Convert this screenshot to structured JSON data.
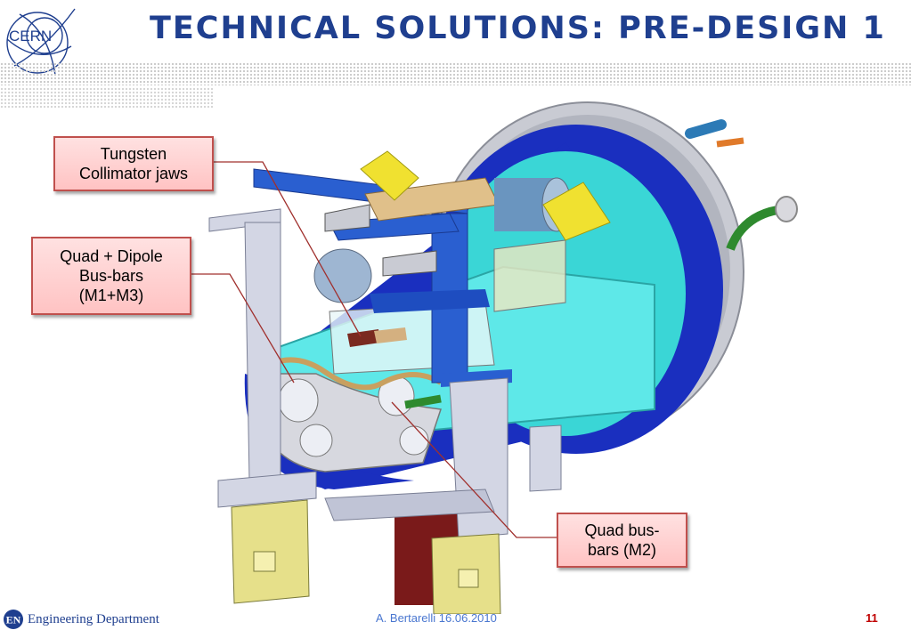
{
  "header": {
    "logo_text": "CERN",
    "title": "TECHNICAL SOLUTIONS: PRE-DESIGN 1"
  },
  "figure": {
    "image_name": "collimator-cryostat-assembly-render",
    "callouts": [
      {
        "text": "Tungsten\nCollimator jaws"
      },
      {
        "text": "Quad + Dipole\nBus-bars\n(M1+M3)"
      },
      {
        "text": "Quad bus-\nbars (M2)"
      }
    ]
  },
  "footer": {
    "logo_text": "EN",
    "department": "Engineering Department",
    "author_date": "A. Bertarelli 16.06.2010",
    "page_number": "11"
  },
  "colors": {
    "title": "#1f3f8f",
    "callout_fill": "#ffcccc",
    "callout_border": "#c0504d",
    "leader_line": "#a0302d",
    "page_number": "#c00000"
  }
}
